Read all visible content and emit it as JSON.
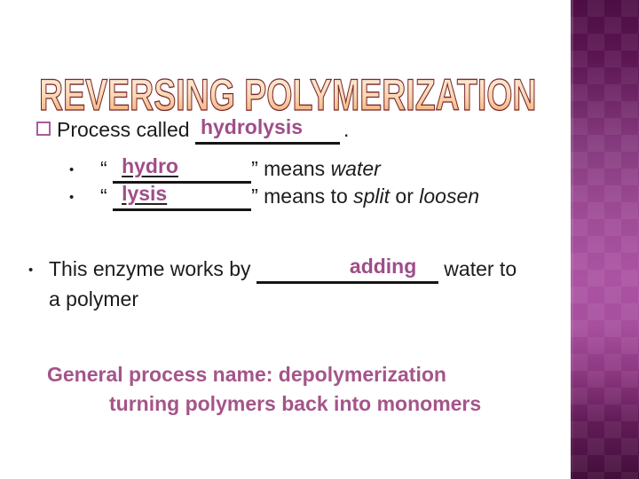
{
  "title": "REVERSING POLYMERIZATION",
  "bullet1": {
    "pre": "Process called ",
    "answer": "hydrolysis",
    "post": "."
  },
  "sub1": {
    "open_quote": "“ ",
    "answer": "hydro",
    "close_quote": "” ",
    "text": "means ",
    "italic": "water"
  },
  "sub2": {
    "open_quote": "“ ",
    "answer": "lysis",
    "close_quote": "” ",
    "text": "means to ",
    "italic1": "split",
    "mid": " or ",
    "italic2": "loosen"
  },
  "bullet2": {
    "pre": "This enzyme works by ",
    "answer": "adding",
    "post": " water to",
    "line2": "a polymer"
  },
  "footer": {
    "line1": "General process name: depolymerization",
    "line2": "turning polymers back into monomers"
  },
  "icons": {
    "square_bullet": "□",
    "dot_bullet": "•"
  },
  "colors": {
    "body_text": "#1c1c1c",
    "answer_purple": "#9f4e89",
    "footer_purple": "#a45589",
    "square_bullet": "#a85aa0",
    "blank_line": "#151515",
    "title_fill_top": "#fdf0e1",
    "title_fill_bottom": "#f2a368",
    "title_outline": "#75272f",
    "panel_top": "#4c0e44",
    "panel_light": "#ab53a2",
    "panel_bottom": "#420e39"
  }
}
